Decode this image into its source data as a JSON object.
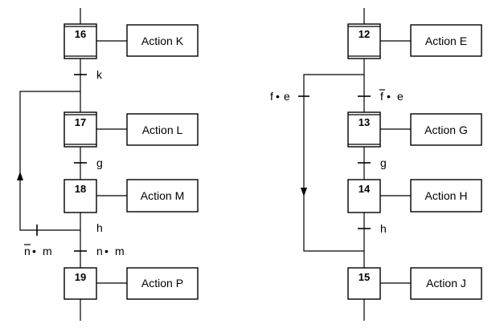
{
  "left_chart": {
    "steps": [
      {
        "number": "16",
        "action": "Action K"
      },
      {
        "number": "17",
        "action": "Action L"
      },
      {
        "number": "18",
        "action": "Action M"
      },
      {
        "number": "19",
        "action": "Action P"
      }
    ],
    "transitions": {
      "k": "k",
      "g": "g",
      "h": "h",
      "n_and_m_var": "n",
      "n_and_m_op": "•",
      "n_and_m_second": "m",
      "not_n_and_m_var": "n",
      "not_n_and_m_op": "•",
      "not_n_and_m_second": "m"
    }
  },
  "right_chart": {
    "steps": [
      {
        "number": "12",
        "action": "Action E"
      },
      {
        "number": "13",
        "action": "Action G"
      },
      {
        "number": "14",
        "action": "Action H"
      },
      {
        "number": "15",
        "action": "Action J"
      }
    ],
    "transitions": {
      "f_and_e_var": "f",
      "f_and_e_op": "•",
      "f_and_e_second": "e",
      "not_f_and_e_var": "f",
      "not_f_and_e_op": "•",
      "not_f_and_e_second": "e",
      "g": "g",
      "h": "h"
    }
  }
}
